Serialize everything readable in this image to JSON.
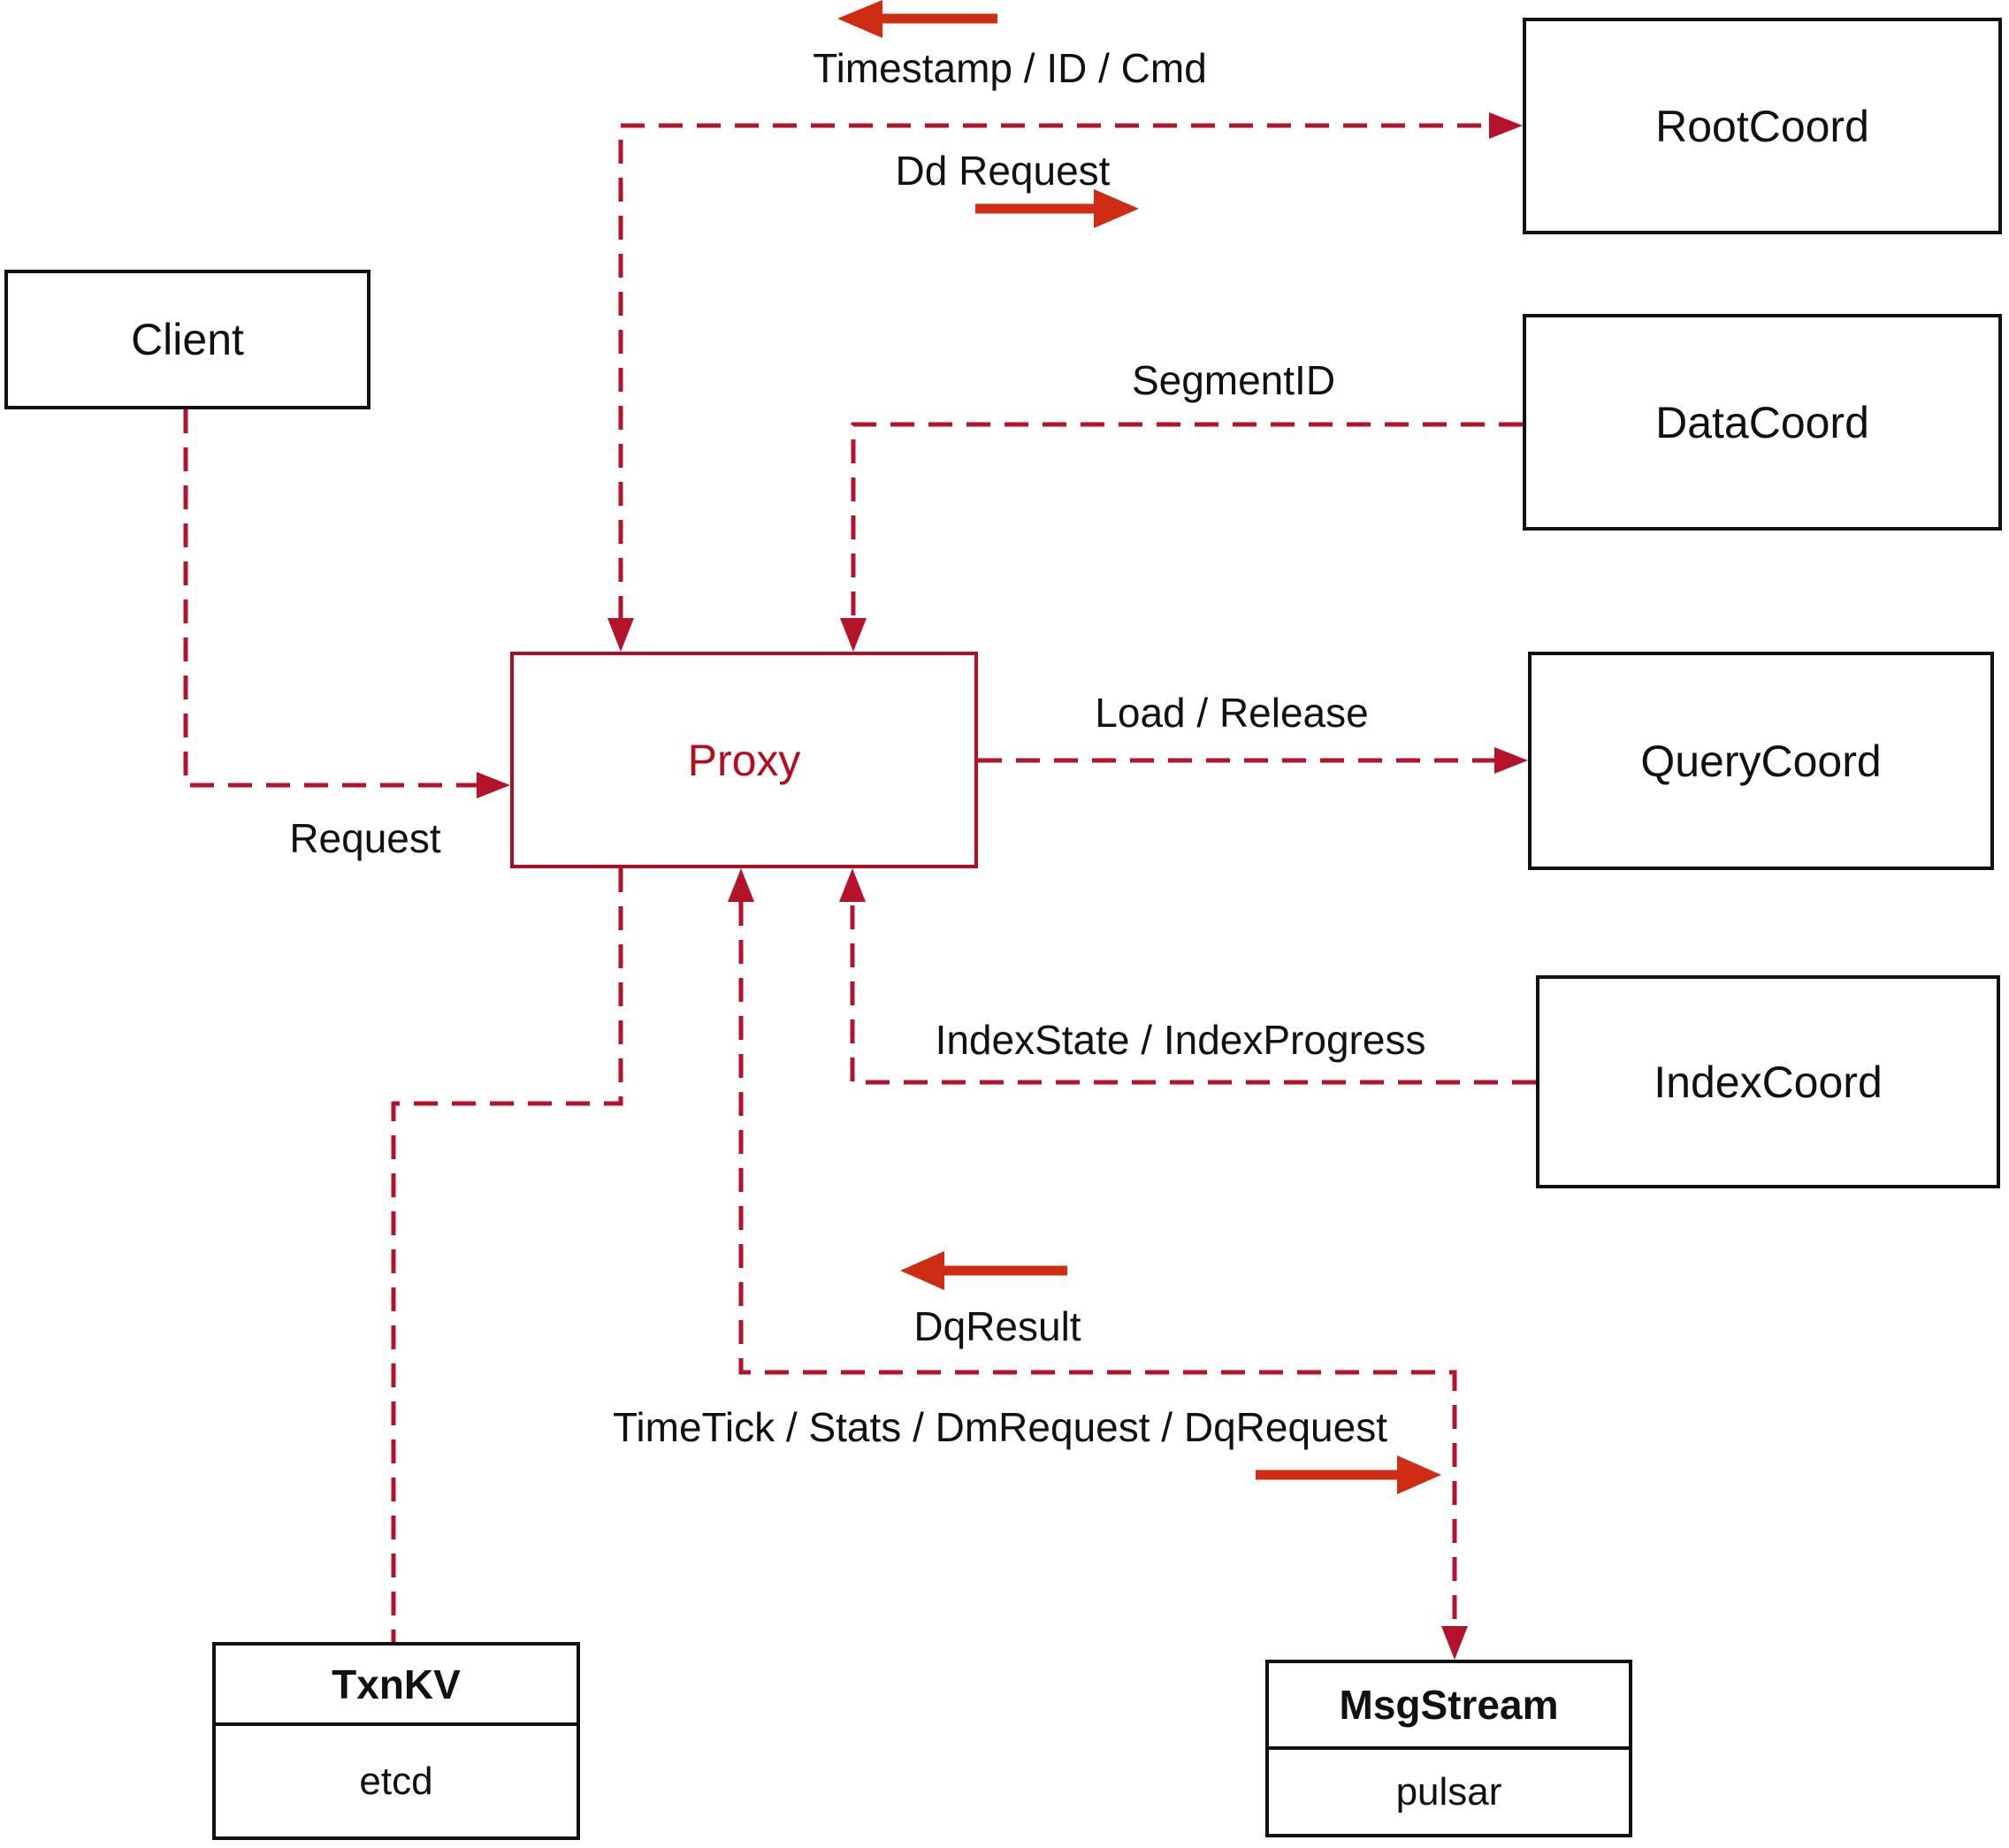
{
  "diagram": {
    "title_hint": "Proxy interaction diagram",
    "nodes": {
      "client": {
        "label": "Client"
      },
      "proxy": {
        "label": "Proxy"
      },
      "root_coord": {
        "label": "RootCoord"
      },
      "data_coord": {
        "label": "DataCoord"
      },
      "query_coord": {
        "label": "QueryCoord"
      },
      "index_coord": {
        "label": "IndexCoord"
      },
      "txn_kv": {
        "title": "TxnKV",
        "subtitle": "etcd"
      },
      "msg_stream": {
        "title": "MsgStream",
        "subtitle": "pulsar"
      }
    },
    "edge_labels": {
      "timestamp": "Timestamp / ID / Cmd",
      "dd_request": "Dd Request",
      "segment_id": "SegmentID",
      "request": "Request",
      "load_release": "Load / Release",
      "index_state": "IndexState / IndexProgress",
      "dq_result": "DqResult",
      "time_tick": "TimeTick / Stats / DmRequest / DqRequest"
    },
    "colors": {
      "dashed_line": "#b5122b",
      "solid_arrow": "#cf2d13",
      "box_border": "#111111",
      "proxy": "#b30d22",
      "text": "#111111",
      "background": "#ffffff"
    }
  }
}
